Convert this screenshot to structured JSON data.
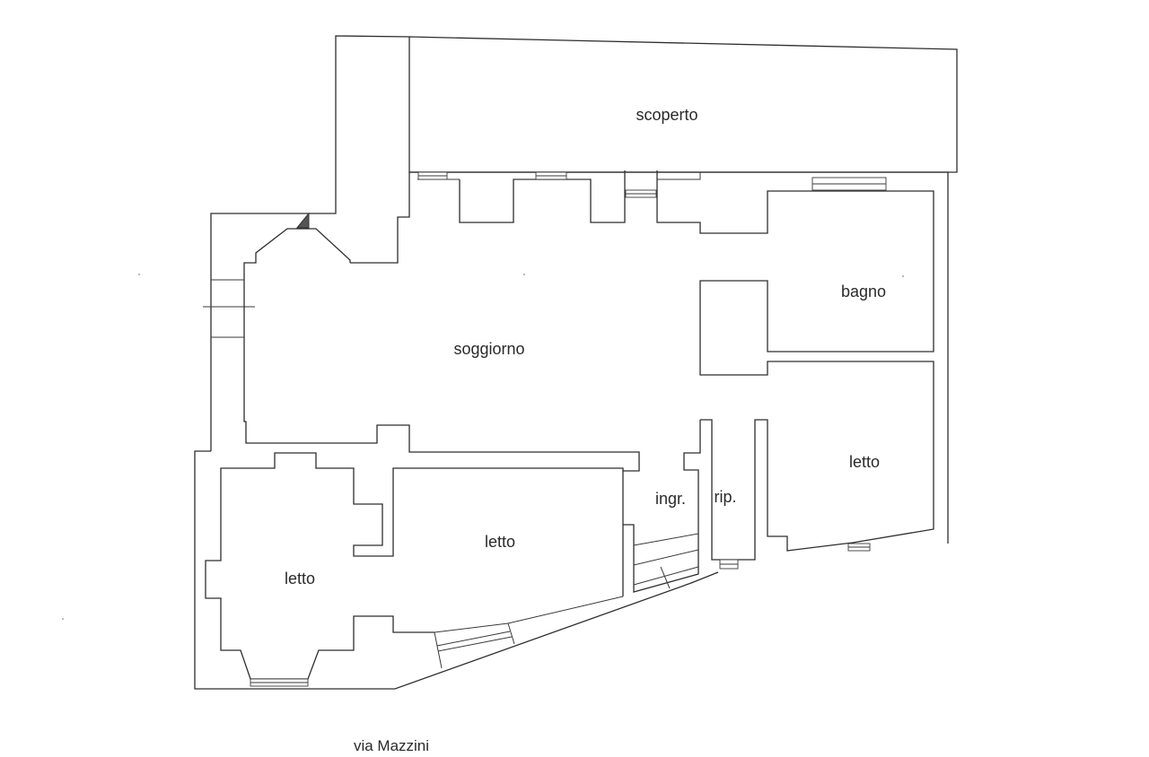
{
  "plan": {
    "rooms": [
      {
        "id": "scoperto",
        "label": "scoperto"
      },
      {
        "id": "bagno",
        "label": "bagno"
      },
      {
        "id": "soggiorno",
        "label": "soggiorno"
      },
      {
        "id": "letto-east",
        "label": "letto"
      },
      {
        "id": "ingresso",
        "label": "ingr."
      },
      {
        "id": "ripostiglio",
        "label": "rip."
      },
      {
        "id": "letto-middle",
        "label": "letto"
      },
      {
        "id": "letto-west",
        "label": "letto"
      }
    ],
    "street": "via Mazzini"
  }
}
